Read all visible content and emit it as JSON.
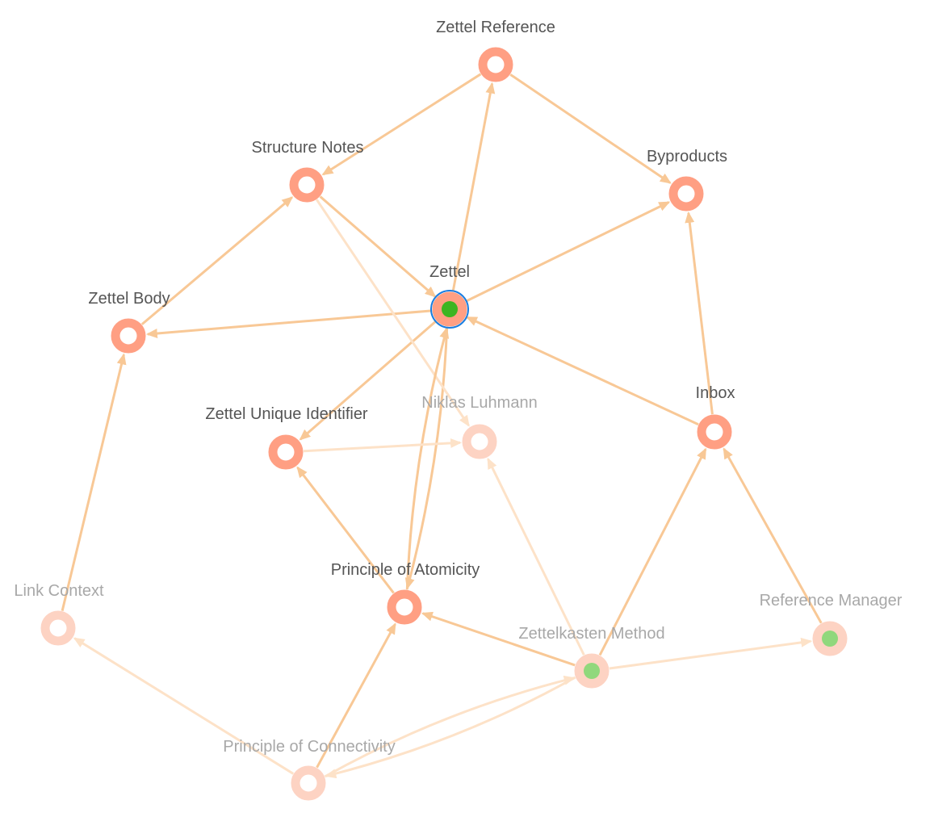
{
  "graph": {
    "palette": {
      "edge_strong": "#f8c896",
      "edge_faint": "#fde2c8",
      "node_ring": "#ff9f83",
      "node_ring_faint": "#fdd3c3",
      "node_fill": "#ffffff",
      "selected_outline": "#1a7ee0",
      "label_strong": "#555555",
      "label_faint": "#a8a8a8",
      "marker_green": "#3cb521",
      "marker_green_faint": "#90d87c"
    },
    "nodes": [
      {
        "id": "zettel-reference",
        "label": "Zettel Reference",
        "faded": false,
        "marker": false,
        "selected": false
      },
      {
        "id": "structure-notes",
        "label": "Structure Notes",
        "faded": false,
        "marker": false,
        "selected": false
      },
      {
        "id": "byproducts",
        "label": "Byproducts",
        "faded": false,
        "marker": false,
        "selected": false
      },
      {
        "id": "zettel",
        "label": "Zettel",
        "faded": false,
        "marker": true,
        "selected": true
      },
      {
        "id": "zettel-body",
        "label": "Zettel Body",
        "faded": false,
        "marker": false,
        "selected": false
      },
      {
        "id": "zettel-unique-identifier",
        "label": "Zettel Unique Identifier",
        "faded": false,
        "marker": false,
        "selected": false
      },
      {
        "id": "niklas-luhmann",
        "label": "Niklas Luhmann",
        "faded": true,
        "marker": false,
        "selected": false
      },
      {
        "id": "inbox",
        "label": "Inbox",
        "faded": false,
        "marker": false,
        "selected": false
      },
      {
        "id": "principle-of-atomicity",
        "label": "Principle of Atomicity",
        "faded": false,
        "marker": false,
        "selected": false
      },
      {
        "id": "link-context",
        "label": "Link Context",
        "faded": true,
        "marker": false,
        "selected": false
      },
      {
        "id": "zettelkasten-method",
        "label": "Zettelkasten Method",
        "faded": true,
        "marker": true,
        "selected": false
      },
      {
        "id": "reference-manager",
        "label": "Reference Manager",
        "faded": true,
        "marker": true,
        "selected": false
      },
      {
        "id": "principle-of-connectivity",
        "label": "Principle of Connectivity",
        "faded": true,
        "marker": false,
        "selected": false
      }
    ],
    "edges": [
      {
        "from": "zettel-reference",
        "to": "structure-notes",
        "faded": false
      },
      {
        "from": "zettel-reference",
        "to": "byproducts",
        "faded": false
      },
      {
        "from": "zettel",
        "to": "zettel-reference",
        "faded": false
      },
      {
        "from": "zettel",
        "to": "byproducts",
        "faded": false
      },
      {
        "from": "zettel",
        "to": "zettel-body",
        "faded": false
      },
      {
        "from": "zettel",
        "to": "zettel-unique-identifier",
        "faded": false
      },
      {
        "from": "zettel",
        "to": "principle-of-atomicity",
        "faded": false
      },
      {
        "from": "structure-notes",
        "to": "zettel",
        "faded": false
      },
      {
        "from": "structure-notes",
        "to": "niklas-luhmann",
        "faded": true
      },
      {
        "from": "zettel-body",
        "to": "structure-notes",
        "faded": false
      },
      {
        "from": "inbox",
        "to": "zettel",
        "faded": false
      },
      {
        "from": "inbox",
        "to": "byproducts",
        "faded": false
      },
      {
        "from": "principle-of-atomicity",
        "to": "zettel",
        "faded": false
      },
      {
        "from": "principle-of-atomicity",
        "to": "zettel-unique-identifier",
        "faded": false
      },
      {
        "from": "zettel-unique-identifier",
        "to": "niklas-luhmann",
        "faded": true
      },
      {
        "from": "link-context",
        "to": "zettel-body",
        "faded": false
      },
      {
        "from": "zettelkasten-method",
        "to": "principle-of-atomicity",
        "faded": false
      },
      {
        "from": "zettelkasten-method",
        "to": "inbox",
        "faded": false
      },
      {
        "from": "zettelkasten-method",
        "to": "niklas-luhmann",
        "faded": true
      },
      {
        "from": "zettelkasten-method",
        "to": "reference-manager",
        "faded": true
      },
      {
        "from": "zettelkasten-method",
        "to": "principle-of-connectivity",
        "faded": true
      },
      {
        "from": "reference-manager",
        "to": "inbox",
        "faded": false
      },
      {
        "from": "principle-of-connectivity",
        "to": "principle-of-atomicity",
        "faded": false
      },
      {
        "from": "principle-of-connectivity",
        "to": "link-context",
        "faded": true
      },
      {
        "from": "principle-of-connectivity",
        "to": "zettelkasten-method",
        "faded": true
      }
    ]
  }
}
